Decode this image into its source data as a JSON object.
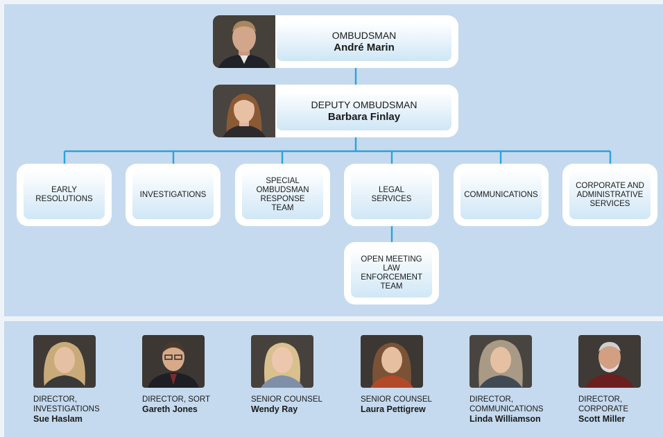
{
  "ombudsman": {
    "title": "OMBUDSMAN",
    "name": "André Marin"
  },
  "deputy": {
    "title": "DEPUTY OMBUDSMAN",
    "name": "Barbara Finlay"
  },
  "departments": [
    "EARLY RESOLUTIONS",
    "INVESTIGATIONS",
    "SPECIAL OMBUDSMAN RESPONSE TEAM",
    "LEGAL SERVICES",
    "COMMUNICATIONS",
    "CORPORATE AND ADMINISTRATIVE SERVICES"
  ],
  "sub_team": "OPEN MEETING LAW ENFORCEMENT TEAM",
  "staff": [
    {
      "title_line1": "DIRECTOR,",
      "title_line2": "INVESTIGATIONS",
      "name": "Sue Haslam"
    },
    {
      "title_line1": "DIRECTOR, SORT",
      "title_line2": "",
      "name": "Gareth Jones"
    },
    {
      "title_line1": "SENIOR COUNSEL",
      "title_line2": "",
      "name": "Wendy Ray"
    },
    {
      "title_line1": "SENIOR COUNSEL",
      "title_line2": "",
      "name": "Laura Pettigrew"
    },
    {
      "title_line1": "DIRECTOR,",
      "title_line2": "COMMUNICATIONS",
      "name": "Linda Williamson"
    },
    {
      "title_line1": "DIRECTOR,",
      "title_line2": "CORPORATE",
      "name": "Scott Miller"
    }
  ]
}
